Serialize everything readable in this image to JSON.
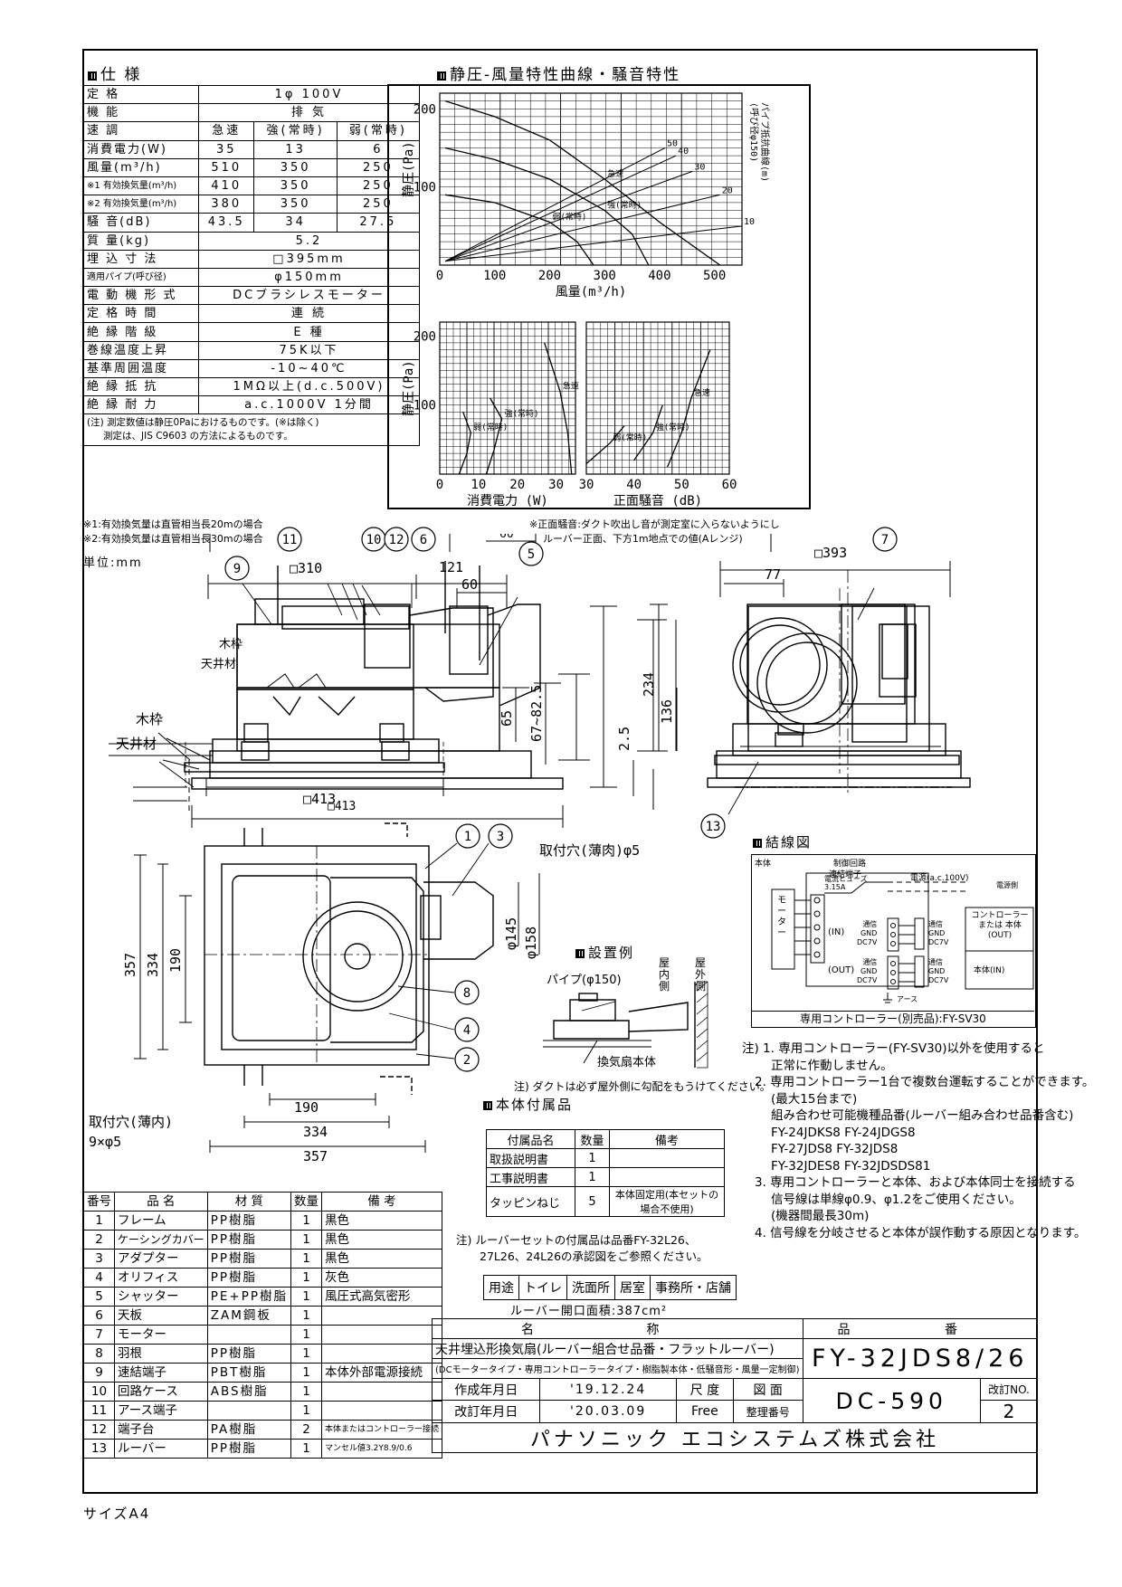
{
  "spec": {
    "title": "仕 様",
    "rows": [
      {
        "label": "定 格",
        "v": [
          "1φ 100V"
        ]
      },
      {
        "label": "機 能",
        "v": [
          "排 気"
        ]
      },
      {
        "label": "速 調",
        "v": [
          "急速",
          "強(常時)",
          "弱(常時)"
        ]
      },
      {
        "label": "消費電力(W)",
        "v": [
          "35",
          "13",
          "6"
        ]
      },
      {
        "label": "風量(m³/h)",
        "v": [
          "510",
          "350",
          "250"
        ]
      },
      {
        "label": "※1 有効換気量(m³/h)",
        "v": [
          "410",
          "350",
          "250"
        ]
      },
      {
        "label": "※2 有効換気量(m³/h)",
        "v": [
          "380",
          "350",
          "250"
        ]
      },
      {
        "label": "騒 音(dB)",
        "v": [
          "43.5",
          "34",
          "27.5"
        ]
      },
      {
        "label": "質 量(kg)",
        "v": [
          "5.2"
        ]
      },
      {
        "label": "埋 込 寸 法",
        "v": [
          "□395mm"
        ]
      },
      {
        "label": "適用パイプ(呼び径)",
        "v": [
          "φ150mm"
        ]
      },
      {
        "label": "電 動 機 形 式",
        "v": [
          "DCブラシレスモーター"
        ]
      },
      {
        "label": "定 格 時 間",
        "v": [
          "連 続"
        ]
      },
      {
        "label": "絶 縁 階 級",
        "v": [
          "E 種"
        ]
      },
      {
        "label": "巻線温度上昇",
        "v": [
          "75K以下"
        ]
      },
      {
        "label": "基準周囲温度",
        "v": [
          "-10~40℃"
        ]
      },
      {
        "label": "絶 縁 抵 抗",
        "v": [
          "1MΩ以上(d.c.500V)"
        ]
      },
      {
        "label": "絶 縁 耐 力",
        "v": [
          "a.c.1000V 1分間"
        ]
      }
    ],
    "note1": "(注) 測定数値は静圧0Paにおけるものです。(※は除く)",
    "note2": "測定は、JIS C9603 の方法によるものです。",
    "foot1": "※1:有効換気量は直管相当長20mの場合",
    "foot2": "※2:有効換気量は直管相当長30mの場合",
    "unit": "単位:mm"
  },
  "chart_title": "静圧-風量特性曲線・騒音特性",
  "chart_data": [
    {
      "type": "line",
      "xlabel": "風量(m³/h)",
      "ylabel": "静圧(Pa)",
      "xticks": [
        "0",
        "100",
        "200",
        "300",
        "400",
        "500"
      ],
      "yticks": [
        "200",
        "100"
      ],
      "xlim": [
        0,
        550
      ],
      "ylim": [
        0,
        220
      ],
      "grid": true,
      "series": [
        {
          "name": "急速",
          "values": [
            [
              10,
              210
            ],
            [
              100,
              190
            ],
            [
              200,
              160
            ],
            [
              300,
              110
            ],
            [
              400,
              55
            ],
            [
              510,
              0
            ]
          ]
        },
        {
          "name": "強(常時)",
          "values": [
            [
              10,
              150
            ],
            [
              100,
              135
            ],
            [
              200,
              110
            ],
            [
              300,
              70
            ],
            [
              350,
              40
            ],
            [
              380,
              0
            ]
          ]
        },
        {
          "name": "弱(常時)",
          "values": [
            [
              10,
              90
            ],
            [
              100,
              80
            ],
            [
              200,
              55
            ],
            [
              250,
              30
            ],
            [
              280,
              0
            ]
          ]
        }
      ],
      "pipe_resistance": {
        "title": "パイプ抵抗曲線(m)",
        "subtitle": "(呼び径φ150)",
        "labels": [
          "50",
          "40",
          "30",
          "20",
          "10"
        ],
        "endpoints": [
          [
            410,
            150
          ],
          [
            430,
            140
          ],
          [
            460,
            120
          ],
          [
            510,
            90
          ],
          [
            550,
            50
          ]
        ]
      }
    },
    {
      "type": "line",
      "xlabel": "消費電力 (W)",
      "ylabel": "静圧(Pa)",
      "xticks": [
        "0",
        "10",
        "20",
        "30"
      ],
      "yticks": [
        "200",
        "100"
      ],
      "xlim": [
        0,
        35
      ],
      "ylim": [
        0,
        220
      ],
      "grid": true,
      "series": [
        {
          "name": "弱(常時)",
          "values": [
            [
              5,
              0
            ],
            [
              7,
              30
            ],
            [
              8,
              60
            ],
            [
              6,
              90
            ]
          ]
        },
        {
          "name": "強(常時)",
          "values": [
            [
              12,
              0
            ],
            [
              14,
              35
            ],
            [
              16,
              80
            ],
            [
              13,
              110
            ]
          ]
        },
        {
          "name": "急速",
          "values": [
            [
              34,
              0
            ],
            [
              33,
              60
            ],
            [
              31,
              120
            ],
            [
              27,
              190
            ]
          ]
        }
      ]
    },
    {
      "type": "line",
      "xlabel": "正面騒音 (dB)",
      "xticks": [
        "30",
        "40",
        "50",
        "60"
      ],
      "xlim": [
        30,
        60
      ],
      "ylim": [
        0,
        220
      ],
      "grid": true,
      "series": [
        {
          "name": "弱(常時)",
          "values": [
            [
              30,
              15
            ],
            [
              35,
              45
            ],
            [
              38,
              70
            ]
          ]
        },
        {
          "name": "強(常時)",
          "values": [
            [
              40,
              20
            ],
            [
              44,
              60
            ],
            [
              46,
              100
            ]
          ]
        },
        {
          "name": "急速",
          "values": [
            [
              47,
              10
            ],
            [
              50,
              60
            ],
            [
              52,
              110
            ],
            [
              56,
              180
            ]
          ]
        }
      ]
    }
  ],
  "noise_note1": "※正面騒音:ダクト吹出し音が測定室に入らないようにし",
  "noise_note2": "ルーバー正面、下方1m地点での値(Aレンジ)",
  "drawing": {
    "dims": [
      "□310",
      "121",
      "60",
      "□393",
      "77",
      "234",
      "136",
      "2.5",
      "65",
      "67~82.5",
      "□413",
      "357",
      "334",
      "190",
      "φ145",
      "φ158",
      "190",
      "334",
      "357"
    ],
    "labels": {
      "wood": "木枠",
      "ceiling": "天井材",
      "hole_top": "取付穴(薄肉)φ5",
      "hole_left1": "取付穴(薄内)",
      "hole_left2": "9×φ5"
    },
    "balloons": [
      "1",
      "2",
      "3",
      "4",
      "5",
      "6",
      "7",
      "8",
      "9",
      "10",
      "11",
      "12",
      "13"
    ]
  },
  "install": {
    "title": "設置例",
    "pipe": "パイプ(φ150)",
    "indoor": "屋内側",
    "outdoor": "屋外側",
    "body": "換気扇本体",
    "note": "注) ダクトは必ず屋外側に勾配をもうけてください。"
  },
  "accessories": {
    "title": "本体付属品",
    "headers": [
      "付属品名",
      "数量",
      "備考"
    ],
    "rows": [
      [
        "取扱説明書",
        "1",
        ""
      ],
      [
        "工事説明書",
        "1",
        ""
      ],
      [
        "タッピンねじ",
        "5",
        "本体固定用(本セットの場合不使用)"
      ]
    ],
    "note1": "注) ルーバーセットの付属品は品番FY-32L26、",
    "note2": "27L26、24L26の承認図をご参照ください。"
  },
  "use": {
    "labels": [
      "用途",
      "トイレ",
      "洗面所",
      "居室",
      "事務所・店舗"
    ],
    "opening": "ルーバー開口面積:387cm²"
  },
  "wiring": {
    "title": "結線図",
    "body": "本体",
    "circuit": "制御回路",
    "terminal": "連結端子",
    "fuse": "電流ヒューズ 3.15A",
    "power": "電源(a.c.100V)",
    "power_side": "電源側",
    "motor": "モーター",
    "in_label": "(IN)",
    "out_label": "(OUT)",
    "signal": [
      "通信",
      "GND",
      "DC7V"
    ],
    "controller": "コントローラー または 本体(OUT)",
    "body_in": "本体(IN)",
    "earth": "アース",
    "caption": "専用コントローラー(別売品):FY-SV30"
  },
  "notes": [
    "注) 1. 専用コントローラー(FY-SV30)以外を使用すると",
    "正常に作動しません。",
    "2. 専用コントローラー1台で複数台運転することができます。",
    "(最大15台まで)",
    "組み合わせ可能機種品番(ルーバー組み合わせ品番含む)",
    "FY-24JDKS8   FY-24JDGS8",
    "FY-27JDS8    FY-32JDS8",
    "FY-32JDES8   FY-32JDSDS81",
    "3. 専用コントローラーと本体、および本体同士を接続する",
    "信号線は単線φ0.9、φ1.2をご使用ください。",
    "(機器間最長30m)",
    "4. 信号線を分岐させると本体が誤作動する原因となります。"
  ],
  "parts": {
    "headers": [
      "番号",
      "品 名",
      "材 質",
      "数量",
      "備 考"
    ],
    "rows": [
      [
        "1",
        "フレーム",
        "PP樹脂",
        "1",
        "黒色"
      ],
      [
        "2",
        "ケーシングカバー",
        "PP樹脂",
        "1",
        "黒色"
      ],
      [
        "3",
        "アダプター",
        "PP樹脂",
        "1",
        "黒色"
      ],
      [
        "4",
        "オリフィス",
        "PP樹脂",
        "1",
        "灰色"
      ],
      [
        "5",
        "シャッター",
        "PE+PP樹脂",
        "1",
        "風圧式高気密形"
      ],
      [
        "6",
        "天板",
        "ZAM鋼板",
        "1",
        ""
      ],
      [
        "7",
        "モーター",
        "",
        "1",
        ""
      ],
      [
        "8",
        "羽根",
        "PP樹脂",
        "1",
        ""
      ],
      [
        "9",
        "速結端子",
        "PBT樹脂",
        "1",
        "本体外部電源接続"
      ],
      [
        "10",
        "回路ケース",
        "ABS樹脂",
        "1",
        ""
      ],
      [
        "11",
        "アース端子",
        "",
        "1",
        ""
      ],
      [
        "12",
        "端子台",
        "PA樹脂",
        "2",
        "本体またはコントローラー接続"
      ],
      [
        "13",
        "ルーバー",
        "PP樹脂",
        "1",
        "マンセル値3.2Y8.9/0.6"
      ]
    ]
  },
  "titleblock": {
    "name_h": "名 称",
    "code_h": "品 番",
    "name1": "天井埋込形換気扇(ルーバー組合せ品番・フラットルーバー)",
    "name2": "(DCモータータイプ・専用コントローラータイプ・樹脂製本体・低騒音形・風量一定制御)",
    "code": "FY-32JDS8/26",
    "created_l": "作成年月日",
    "created": "'19.12.24",
    "revised_l": "改訂年月日",
    "revised": "'20.03.09",
    "scale_l": "尺 度",
    "scale": "Free",
    "dwg_l": "図 面",
    "ref_l": "整理番号",
    "dwg_no": "DC-590",
    "rev_l": "改訂NO.",
    "rev": "2",
    "company": "パナソニック エコシステムズ株式会社"
  },
  "size": "サイズA4"
}
